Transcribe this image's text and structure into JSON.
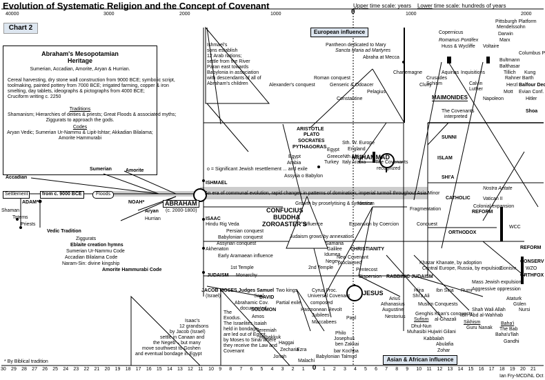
{
  "title": "Evolution of Systematic Religion and the Concept of Covenant",
  "scale_note": {
    "upper": "Upper",
    "upper_rest": " time scale: years",
    "lower": "Lower",
    "lower_rest": " time scale: hundreds of years"
  },
  "chart_label": "Chart 2",
  "top_axis": [
    "40000",
    "3000",
    "2000",
    "1000",
    "0",
    "1000",
    "2000"
  ],
  "bottom_axis": [
    "30",
    "29",
    "28",
    "27",
    "26",
    "25",
    "24",
    "23",
    "22",
    "21",
    "20",
    "19",
    "18",
    "17",
    "16",
    "15",
    "14",
    "13",
    "12",
    "11",
    "10",
    "9",
    "8",
    "7",
    "6",
    "5",
    "4",
    "3",
    "2",
    "1",
    "0",
    "1",
    "2",
    "3",
    "4",
    "5",
    "6",
    "7",
    "8",
    "9",
    "10",
    "11",
    "12",
    "13",
    "14",
    "15",
    "16",
    "17",
    "18",
    "19",
    "20",
    "21"
  ],
  "heritage": {
    "title1": "Abraham's Mesopotamian",
    "title2": "Heritage",
    "line1": "Sumerian, Accadian, Amorite, Aryan & Hurrian.",
    "p1": [
      "Cereal harvesting, dry stone wall construction from 9000 BCE; symbolic script,",
      "toolmaking, painted pottery from 7000 BCE; irrigated farming, copper & iron",
      "smelting, day tablets, ideographs & pictographs from 4000 BCE;",
      "Cruciform writing c. 2250"
    ],
    "traditions_h": "Traditions",
    "traditions": [
      "Shamanism; Hierarchies of deities & priests; Great Floods & associated myths;",
      "Ziggurats to approach the gods."
    ],
    "codes_h": "Codes",
    "codes": [
      "Aryan Vedic; Sumerian Ur-Nammu & Lipit-Ishtar; Akkadian Bilalama;",
      "Amorite Hammurabi"
    ]
  },
  "ishmael_box": [
    "Ishmael's",
    "sons establish",
    "12 Arab nations;",
    "settle from the River",
    "Paran east towards",
    "Babylonia in association",
    "with descendants of all of",
    "Abraham's children"
  ],
  "isaac_box": [
    "Isaac's",
    "12 grandsons",
    "by Jacob (Israel)",
    "settle in Canaan and",
    "the Negeb – but many",
    "move southwest to Goshen",
    "and eventual bondage in Egypt"
  ],
  "exodus_box": [
    "The",
    "Exodus.",
    "The Israelites",
    "held in bondage,",
    "are led out of Egypt",
    "by Moses to Sinai where",
    "they receive the Law and",
    "Covenant"
  ],
  "european": "European influence",
  "asian": "Asian & African influence",
  "main_band": "An era of communal evolution, rapid changes in patterns of domination; imperial turmoil throughout Asia Minor",
  "left_timeline": {
    "settlement": "Settlement",
    "adam": "ADAM*",
    "from": "from c. 9000 BCE",
    "floods": "Floods",
    "noah": "NOAH*",
    "abraham": "ABRAHAM",
    "abraham_date": "(c. 2000-1800)",
    "accadian": "Accadian",
    "sumerian": "Sumerian",
    "amorite": "Amorite",
    "aryan": "Aryan",
    "hurrian": "Hurrian",
    "shaman": "Shaman",
    "totems": "Totems",
    "priests": "Priests",
    "vedic": "Vedic Tradition",
    "ishmael": "ISHMAEL",
    "isaac": "ISAAC"
  },
  "left_list": [
    "Ziggurats",
    "Eblaite creation hymns",
    "Sumerian Ur-Nammu Code",
    "Accadian Bilalama Code",
    "Naram-Sin: divine kingship",
    "Amorite Hammurabi Code"
  ],
  "mid_labels": {
    "hindu": "Hindu Rig Veda",
    "persian": "Persian conquest",
    "babylonian": "Babylonian conquest",
    "assyrian": "Assyrian conquest",
    "akhenaton": "Akhenaton",
    "aramaean": "Early Aramaean influence",
    "first_temple": "1st Temple",
    "judaism": "JUDAISM",
    "monarchy": "Monarchy",
    "second_temple": "2nd Temple",
    "jacob": "JACOB MOSES Judges Samuel",
    "israel": "(Israel)",
    "saul": "Saul",
    "david": "DAVID",
    "solomon": "SOLOMON",
    "two_kings": "Two kings",
    "partial_exile": "Partial exile",
    "abrahamic_cov": "Abrahamic Cov.",
    "documented": "documented",
    "cyrus": "Cyrus Proc.",
    "universal": "Universal Covenant",
    "composed": "composed",
    "hasmonean": "Hasmonean Revolt",
    "jubilees": "Jubilees",
    "maccabees": "Maccabees",
    "amos": "Amos",
    "isaiah": "Isaiah",
    "jeremiah": "Jeremiah",
    "habakkuk": "Habakkuk",
    "haggai": "Haggai",
    "zechariah": "Zecharia",
    "jonah": "Jonah",
    "ezra": "Ezra",
    "malachi": "Malachi",
    "confucius": "CONFUCIUS",
    "buddha": "BUDDHA",
    "zoroaster": "ZOROASTER'S",
    "influence": "influence",
    "growth": "Growth by proselytising & syncretism",
    "judaism_annex": "Judaism grows by annexation",
    "samaria": "Samaria",
    "galilee": "Galilee",
    "idumea": "Idumea",
    "negev": "Negev",
    "aristotle": "ARISTOTLE",
    "plato": "PLATO",
    "socrates": "SOCRATES",
    "pythagoras": "PYTHAGORAS",
    "alexander": "Alexander's conquest",
    "roman": "Roman conquest",
    "significant": "o = Significant Jewish resettlement ... and exile",
    "egypt": "Egypt",
    "arabia": "Arabia",
    "assyria": "Assyria o Babylon",
    "egypt2": "Egypt",
    "turkey": "Turkey",
    "greece": "Greece",
    "italy": "Italy",
    "nafrica": "Nth Africa",
    "arabia2": "Arabia",
    "sw_europe": "Sth. W. Europe",
    "england": "England",
    "muhammad": "MUHAMMAD",
    "covenants_rec": "The Covenants",
    "recognized": "recognized",
    "jesus": "JESUS",
    "christianity": "CHRISTIANITY",
    "new_cov": "New Covenant",
    "proclaimed": "proclaimed",
    "pentecost": "Pentecost",
    "dispersion": "Dispersion",
    "rabbinic": "RABBINIC JUDAISM",
    "nicaea": "Nicaea",
    "expansion": "Expansion by Coercion",
    "conquest": "Conquest",
    "fragmentation": "Fragmentation",
    "paul": "Paul",
    "philo": "Philo",
    "josephus": "Josephus",
    "ben_zakkai": "ben Zakkai",
    "bar_kochba": "bar Kochba",
    "babylonian_talmud": "Babylonian Talmud",
    "arius": "Arius",
    "athanasius": "Athanasius",
    "augustine": "Augustine",
    "nestorius": "Nestorius",
    "hijra": "Hijra",
    "shia_ali": "Shi'a Ali",
    "muslim_conquests": "Muslim Conquests",
    "ibn_sina": "Ibn Sina",
    "rumi": "Rumi",
    "genghis": "Genghis Khan's conquests",
    "al_ghazali": "al-Ghazali",
    "sufism": "Sufism",
    "dhul_nun": "Dhul-Nun",
    "muhasibi": "Muhasibi Hujwiri Gilani",
    "kabbalah": "Kabbalah",
    "abulafia": "Abulafia",
    "zohar": "Zohar",
    "khazar": "Khazar Khanate, by adoption",
    "central_eu": "Central Europe, Russia, by expulsion.",
    "zionism": "Zionism",
    "pantheon": "Pantheon dedicated to Mary",
    "sancta": "Sancta Maria ad Martyres",
    "abraha": "Abraha at Mecca",
    "genseric": "Genseric & Odoacer",
    "pelagius": "Pelagius",
    "constantine": "Constantine",
    "charlemagne": "Charlemagne",
    "crusades": "Crusades",
    "schism": "Schism",
    "cluny": "Cluny",
    "aquinas": "Aquinas",
    "inquisitions": "Inquisitions",
    "copernicus": "Copernicus",
    "romanus": "Romanus Pontifex",
    "huss": "Huss & Wycliffe",
    "voltaire": "Voltaire",
    "calvin": "Calvin",
    "luther": "Luther",
    "napoleon": "Napoleon",
    "maimonides": "MAIMONIDES",
    "covenants_interp": "The Covenants",
    "interpreted": "interpreted",
    "pittsburgh": "Pittsburgh Platform",
    "mendelssohn": "Mendelssohn",
    "darwin": "Darwin",
    "marx": "Marx",
    "columbus": "Columbus P.",
    "bultmann": "Bultmann",
    "balthasar": "Balthasar",
    "tillich": "Tillich",
    "kung": "Kung",
    "rahner": "Rahner Barth",
    "herzl": "Herzl",
    "balfour": "Balfour Dec.",
    "mott": "Mott",
    "evian": "Evian Conf.",
    "hitler": "Hitler",
    "shoa": "Shoa",
    "sunni": "SUNNI",
    "islam": "ISLAM",
    "shia": "SHI'A",
    "nostra": "Nostra Aetate",
    "vatican": "Vatican II",
    "colonial": "Colonial expansion",
    "catholic": "CATHOLIC",
    "reform_label": "REFORM",
    "wcc": "WCC",
    "orthodox": "ORTHODOX",
    "reform2": "REFORM",
    "conserv": "CONSERV",
    "wzo": "WZO",
    "orthfox": "ORTHFOX",
    "mass": "Mass Jewish expulsions",
    "aggressive": "Aggressive oppression",
    "shah": "Shah Wali Allah",
    "ibn_abd": "Ibn 'Abd al-Wahhab",
    "sikhism": "Sikhism",
    "guru": "Guru Nanak",
    "bab": "The Bab",
    "bahaullah": "Baha'u'llah",
    "bahai": "Baha'i",
    "ataturk": "Ataturk",
    "gulen": "Gülen",
    "nursi": "Nursi",
    "gandhi": "Gandhi"
  },
  "footer_note": "* By Biblical tradition",
  "credit": "Ian Fry-MCD/NL Oct 2007"
}
